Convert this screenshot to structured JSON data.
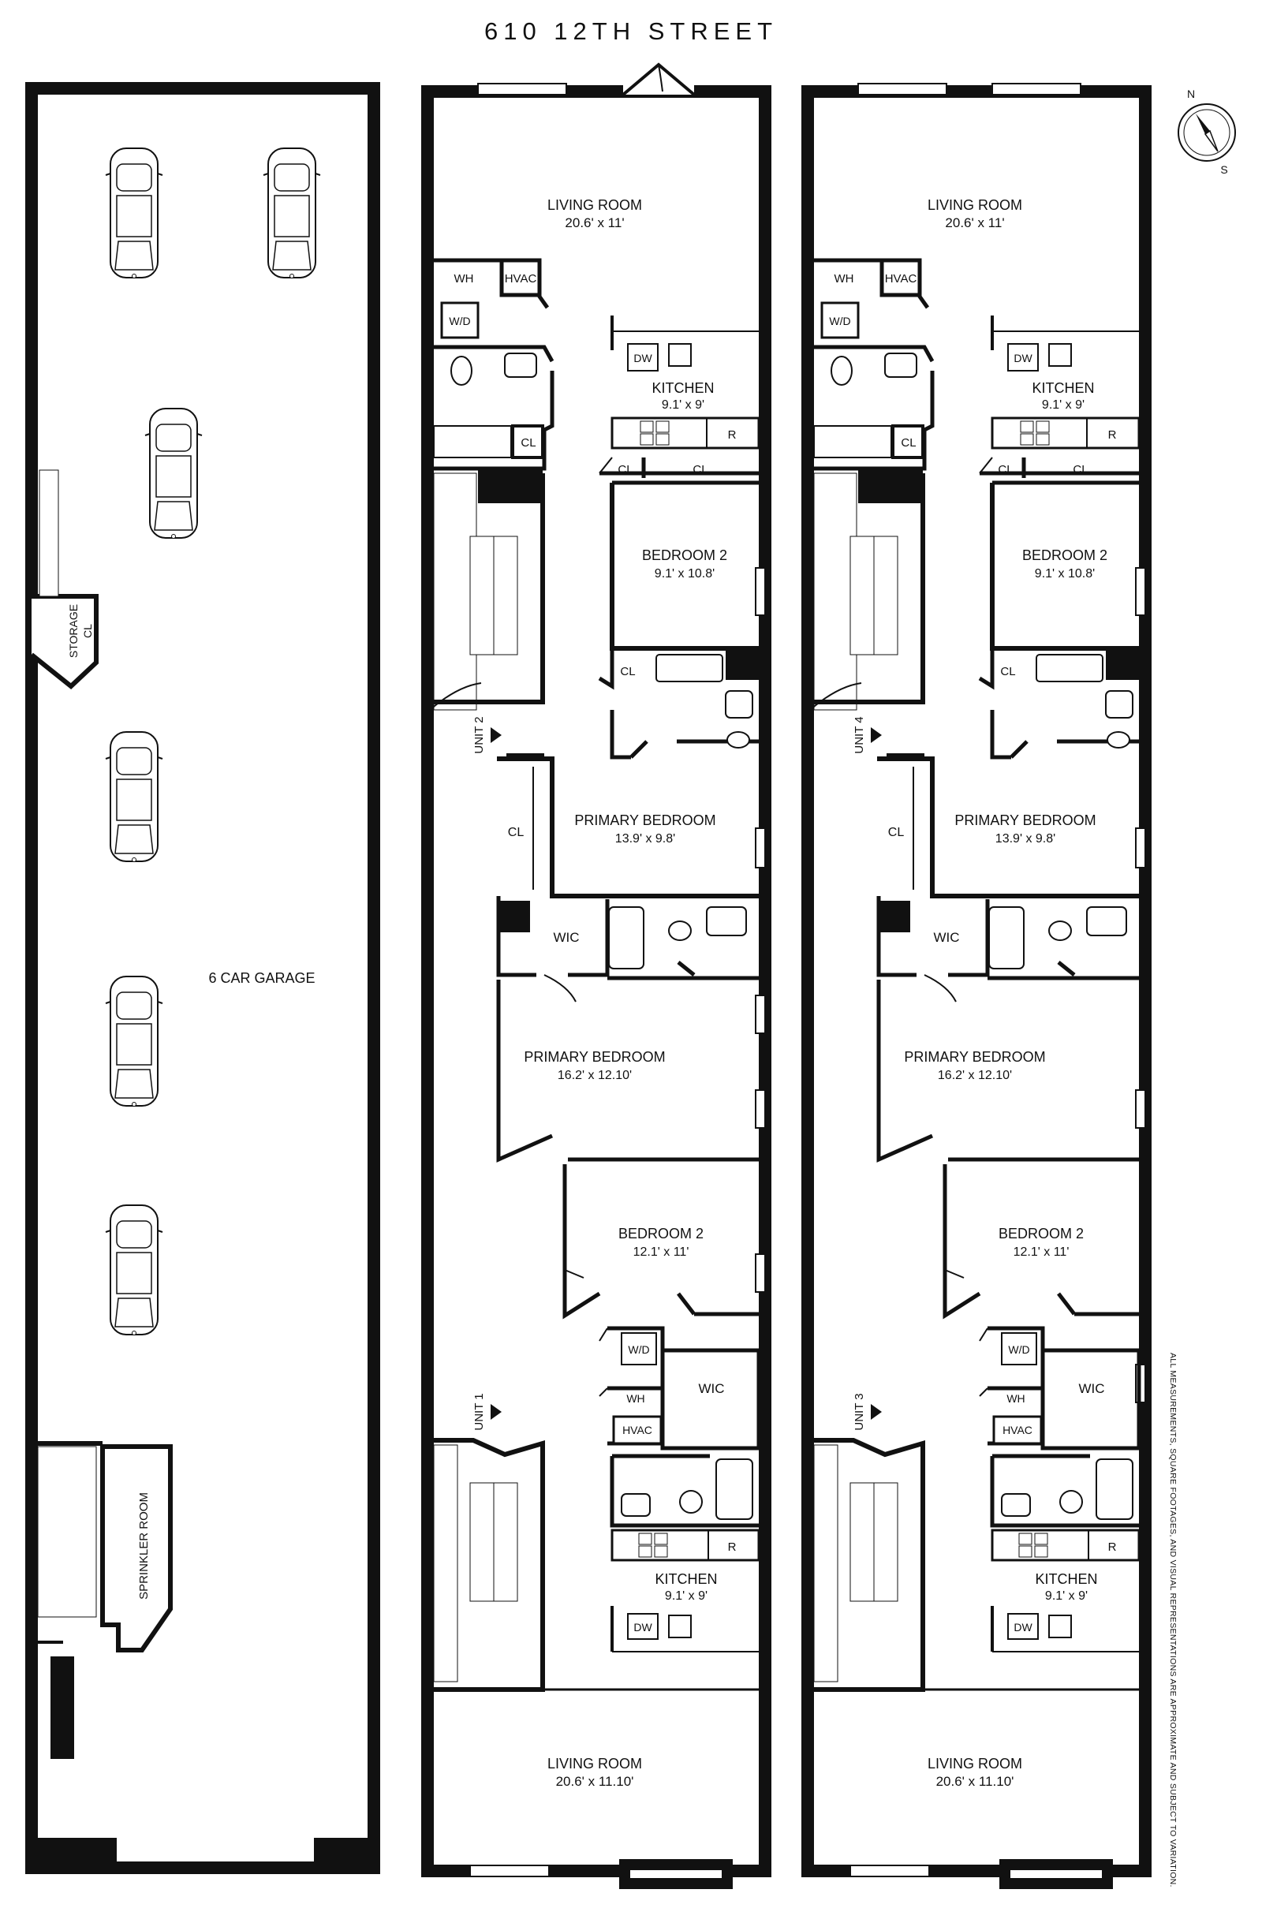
{
  "title": "610 12TH STREET",
  "disclaimer": "ALL MEASUREMENTS, SQUARE FOOTAGES, AND VISUAL REPRESENTATIONS ARE APPROXIMATE AND SUBJECT TO VARIATION.",
  "compass": {
    "n": "N",
    "s": "S"
  },
  "garage": {
    "label": "6 CAR GARAGE",
    "storage": "STORAGE",
    "storage_cl": "CL",
    "sprinkler": "SPRINKLER ROOM",
    "cars": 6
  },
  "units": {
    "left_upper": "UNIT 2",
    "left_lower": "UNIT 1",
    "right_upper": "UNIT 4",
    "right_lower": "UNIT 3"
  },
  "rooms_upper": {
    "living_name": "LIVING ROOM",
    "living_dim": "20.6' x 11'",
    "kitchen_name": "KITCHEN",
    "kitchen_dim": "9.1' x 9'",
    "bedroom_name": "BEDROOM 2",
    "bedroom_dim": "9.1' x 10.8'",
    "primary_name": "PRIMARY BEDROOM",
    "primary_dim": "13.9' x 9.8'"
  },
  "rooms_lower": {
    "primary_name": "PRIMARY BEDROOM",
    "primary_dim": "16.2' x 12.10'",
    "bedroom_name": "BEDROOM 2",
    "bedroom_dim": "12.1' x 11'",
    "kitchen_name": "KITCHEN",
    "kitchen_dim": "9.1' x 9'",
    "living_name": "LIVING ROOM",
    "living_dim": "20.6' x 11.10'"
  },
  "fixtures": {
    "wh": "WH",
    "hvac": "HVAC",
    "wd": "W/D",
    "cl": "CL",
    "dw": "DW",
    "r": "R",
    "wic": "WIC"
  }
}
